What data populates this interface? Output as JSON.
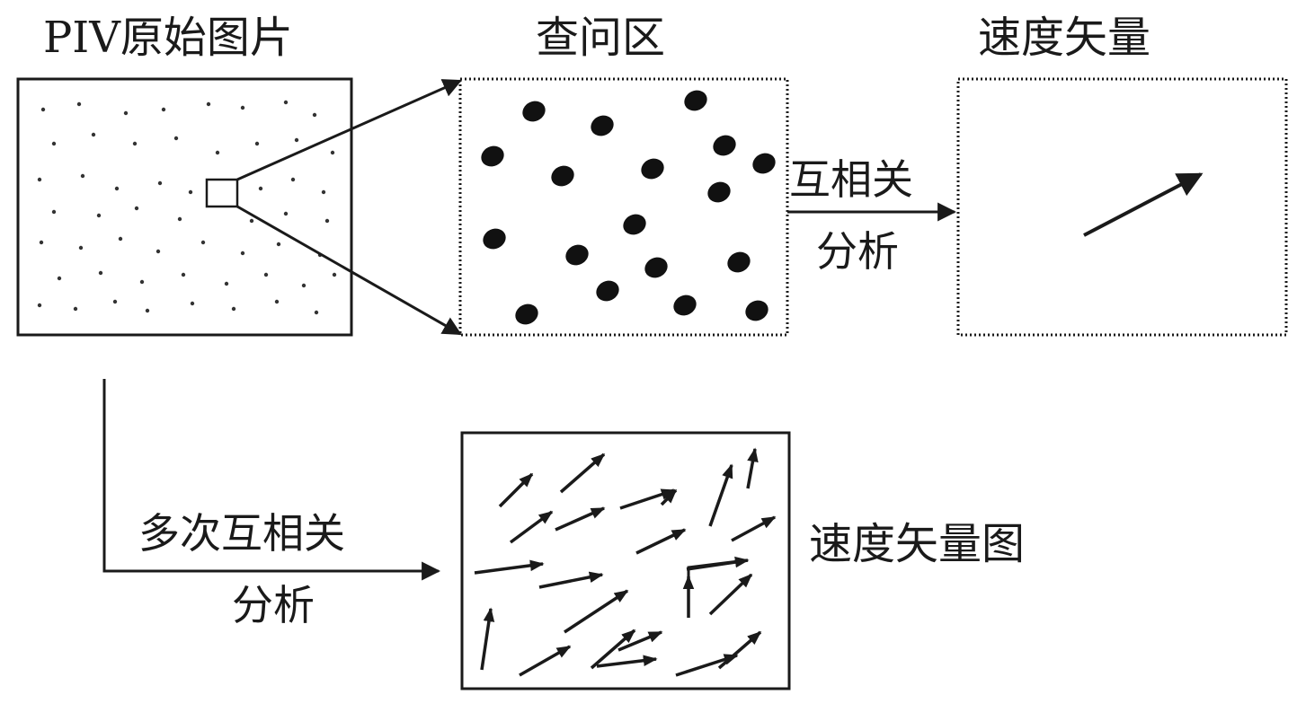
{
  "diagram": {
    "labels": {
      "piv_raw_image": "PIV原始图片",
      "interrogation_window": "查问区",
      "velocity_vector": "速度矢量",
      "cross_correlation_line1": "互相关",
      "cross_correlation_line2": "分析",
      "multi_cross_correlation_line1": "多次互相关",
      "multi_cross_correlation_line2": "分析",
      "velocity_vector_map": "速度矢量图"
    },
    "colors": {
      "ink": "#1a1a1a",
      "particle": "#111111",
      "background": "#ffffff"
    }
  }
}
